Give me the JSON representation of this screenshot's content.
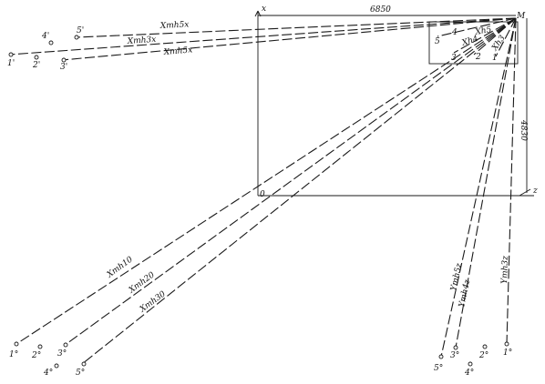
{
  "axes": {
    "x": "x",
    "z": "z",
    "origin": "0",
    "corner": "M"
  },
  "dimensions": {
    "width": "6850",
    "height": "4830"
  },
  "ray_labels": {
    "top_upper": "Xmh5x",
    "top_mid": "Xmh3x",
    "top_lower": "Xmh5x",
    "inner_1": "Xh5",
    "inner_2": "Xh4",
    "inner_3": "Xh3",
    "low_1": "Xmh10",
    "low_2": "Xmh20",
    "low_3": "Xmh30",
    "right_1": "Ymh5z",
    "right_2": "Ymh4z",
    "right_3": "Ymh3z"
  },
  "point_labels": {
    "top": [
      "1'",
      "2'",
      "3'",
      "4'",
      "5'"
    ],
    "inner": [
      "5",
      "4",
      "3",
      "2",
      "1"
    ],
    "bottom_left": [
      "1°",
      "2°",
      "3°",
      "4°",
      "5°"
    ],
    "bottom_right": [
      "5°",
      "4°",
      "3°",
      "2°",
      "1°"
    ]
  }
}
